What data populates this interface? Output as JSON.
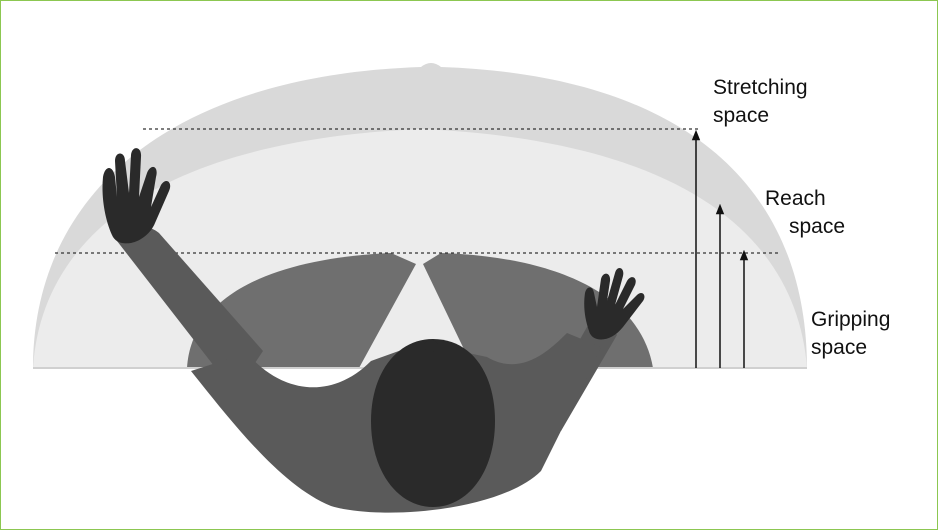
{
  "zones": {
    "stretching": {
      "line1": "Stretching",
      "line2": "space"
    },
    "reach": {
      "line1": "Reach",
      "line2": "space"
    },
    "gripping": {
      "line1": "Gripping",
      "line2": "space"
    }
  },
  "colors": {
    "frame_border": "#8cc751",
    "stretching_zone": "#d9d9d9",
    "reach_zone": "#ececec",
    "gripping_zone": "#6f6f6f",
    "body": "#5a5a5a",
    "head_and_hands": "#2a2a2a",
    "arrows": "#111111"
  }
}
